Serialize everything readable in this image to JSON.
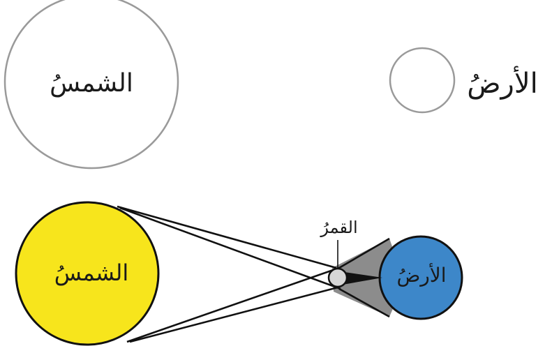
{
  "top_panel": {
    "sun_label": "الشمسُ",
    "earth_label": "الأرضُ"
  },
  "bottom_panel": {
    "sun_label": "الشمسُ",
    "moon_label": "القمرُ",
    "earth_label": "الأرضُ"
  },
  "colors": {
    "sun_fill": "#f7e51c",
    "earth_fill": "#3d87c9",
    "moon_fill": "#d6d6d6",
    "outline_gray": "#9a9a9a",
    "umbra": "#111111",
    "penumbra": "#8c8c8c"
  }
}
